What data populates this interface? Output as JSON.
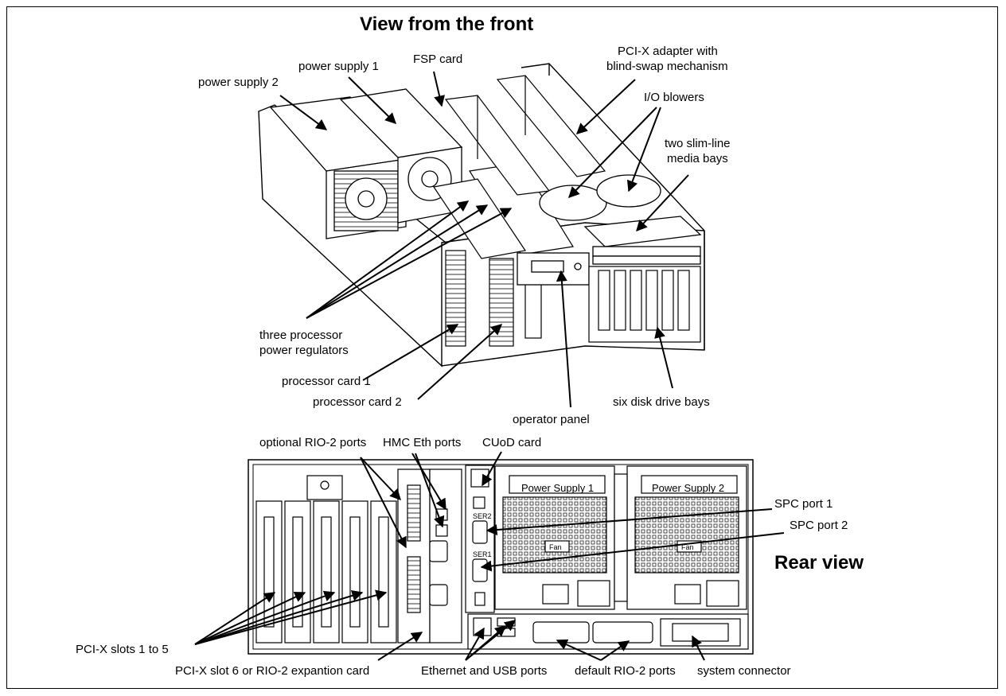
{
  "front_title": "View from the front",
  "rear_title": "Rear view",
  "front_labels": {
    "power_supply_2": "power supply 2",
    "power_supply_1": "power supply 1",
    "fsp_card": "FSP card",
    "pcix_adapter_line1": "PCI-X adapter with",
    "pcix_adapter_line2": "blind-swap mechanism",
    "io_blowers": "I/O blowers",
    "media_bays_line1": "two slim-line",
    "media_bays_line2": "media bays",
    "power_regulators_line1": "three processor",
    "power_regulators_line2": "power regulators",
    "processor_card_1": "processor card 1",
    "processor_card_2": "processor card 2",
    "operator_panel": "operator panel",
    "disk_bays": "six disk drive bays"
  },
  "rear_labels": {
    "optional_rio2": "optional RIO-2 ports",
    "hmc_eth": "HMC Eth ports",
    "cuod_card": "CUoD card",
    "spc_port_1": "SPC port 1",
    "spc_port_2": "SPC port 2",
    "pcix_slots": "PCI-X slots 1 to 5",
    "pcix_slot6": "PCI-X slot 6 or RIO-2 expantion card",
    "eth_usb": "Ethernet and USB ports",
    "default_rio2": "default RIO-2 ports",
    "system_connector": "system  connector"
  },
  "rear_panel_text": {
    "psu1": "Power Supply 1",
    "psu2": "Power Supply 2",
    "fan": "Fan",
    "ser2": "SER2",
    "ser1": "SER1"
  }
}
